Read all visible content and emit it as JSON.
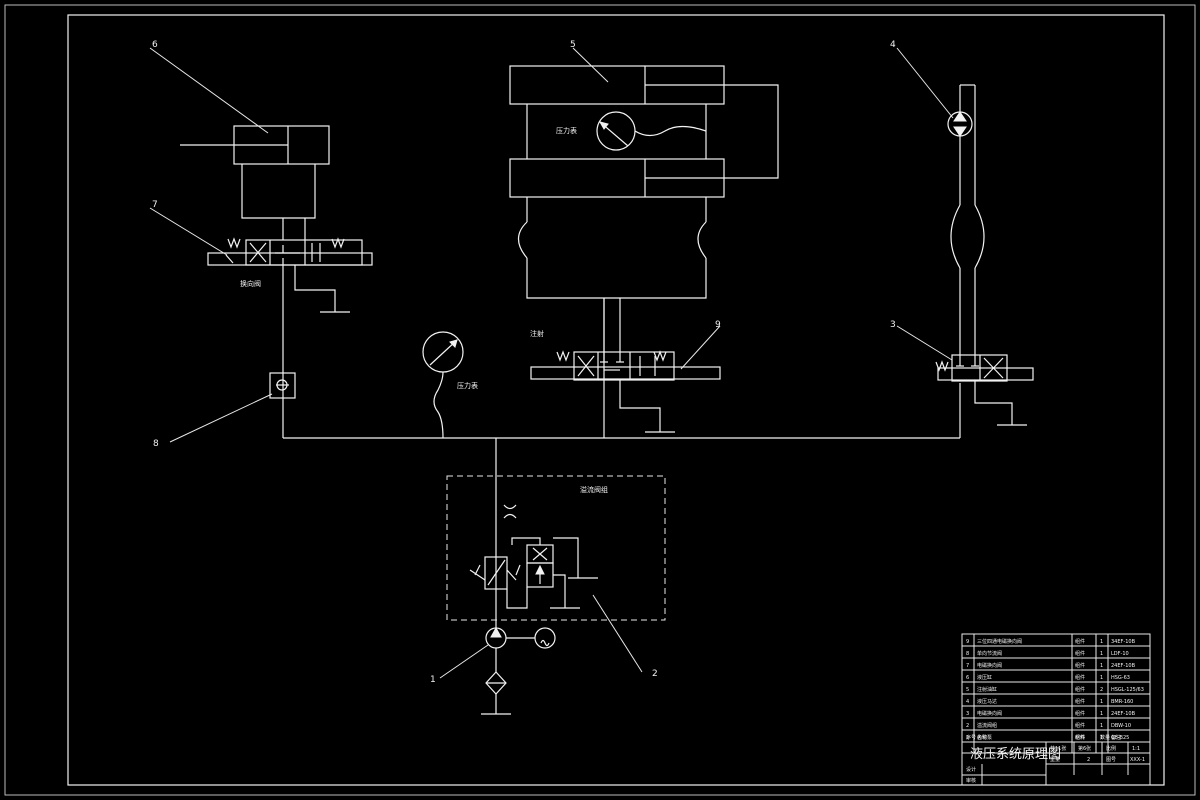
{
  "drawing": {
    "callouts": [
      "1",
      "2",
      "3",
      "4",
      "5",
      "6",
      "7",
      "8",
      "9"
    ],
    "labels": {
      "relief_block": "溢流阀组",
      "gauge_main": "压力表",
      "gauge_left": "压力表",
      "valve7": "换向阀",
      "valve9": "注射"
    }
  },
  "title_block": {
    "title": "液压系统原理图",
    "sheet_total": "共11张",
    "sheet_no": "第6张",
    "scale_label": "比例",
    "scale": "1:1",
    "weight_label": "重量",
    "qty": "2",
    "drawing_no_label": "图号",
    "drawing_no": "XXX-1",
    "designer": "设计",
    "reviewer": "审核",
    "header": [
      "序号",
      "名称",
      "材料",
      "数量",
      "备注"
    ],
    "rows": [
      {
        "no": "9",
        "name": "三位四通电磁换向阀",
        "mat": "组件",
        "qty": "1",
        "note": "34EF-10B"
      },
      {
        "no": "8",
        "name": "单向节流阀",
        "mat": "组件",
        "qty": "1",
        "note": "LDF-10"
      },
      {
        "no": "7",
        "name": "电磁换向阀",
        "mat": "组件",
        "qty": "1",
        "note": "24EF-10B"
      },
      {
        "no": "6",
        "name": "液压缸",
        "mat": "组件",
        "qty": "1",
        "note": "HSG-63"
      },
      {
        "no": "5",
        "name": "注射油缸",
        "mat": "组件",
        "qty": "2",
        "note": "HSGL-125/63"
      },
      {
        "no": "4",
        "name": "液压马达",
        "mat": "组件",
        "qty": "1",
        "note": "BMR-160"
      },
      {
        "no": "3",
        "name": "电磁换向阀",
        "mat": "组件",
        "qty": "1",
        "note": "24EF-10B"
      },
      {
        "no": "2",
        "name": "溢流阀组",
        "mat": "组件",
        "qty": "1",
        "note": "DBW-10"
      },
      {
        "no": "1",
        "name": "齿轮泵",
        "mat": "组件",
        "qty": "1",
        "note": "CB-B25"
      }
    ]
  }
}
